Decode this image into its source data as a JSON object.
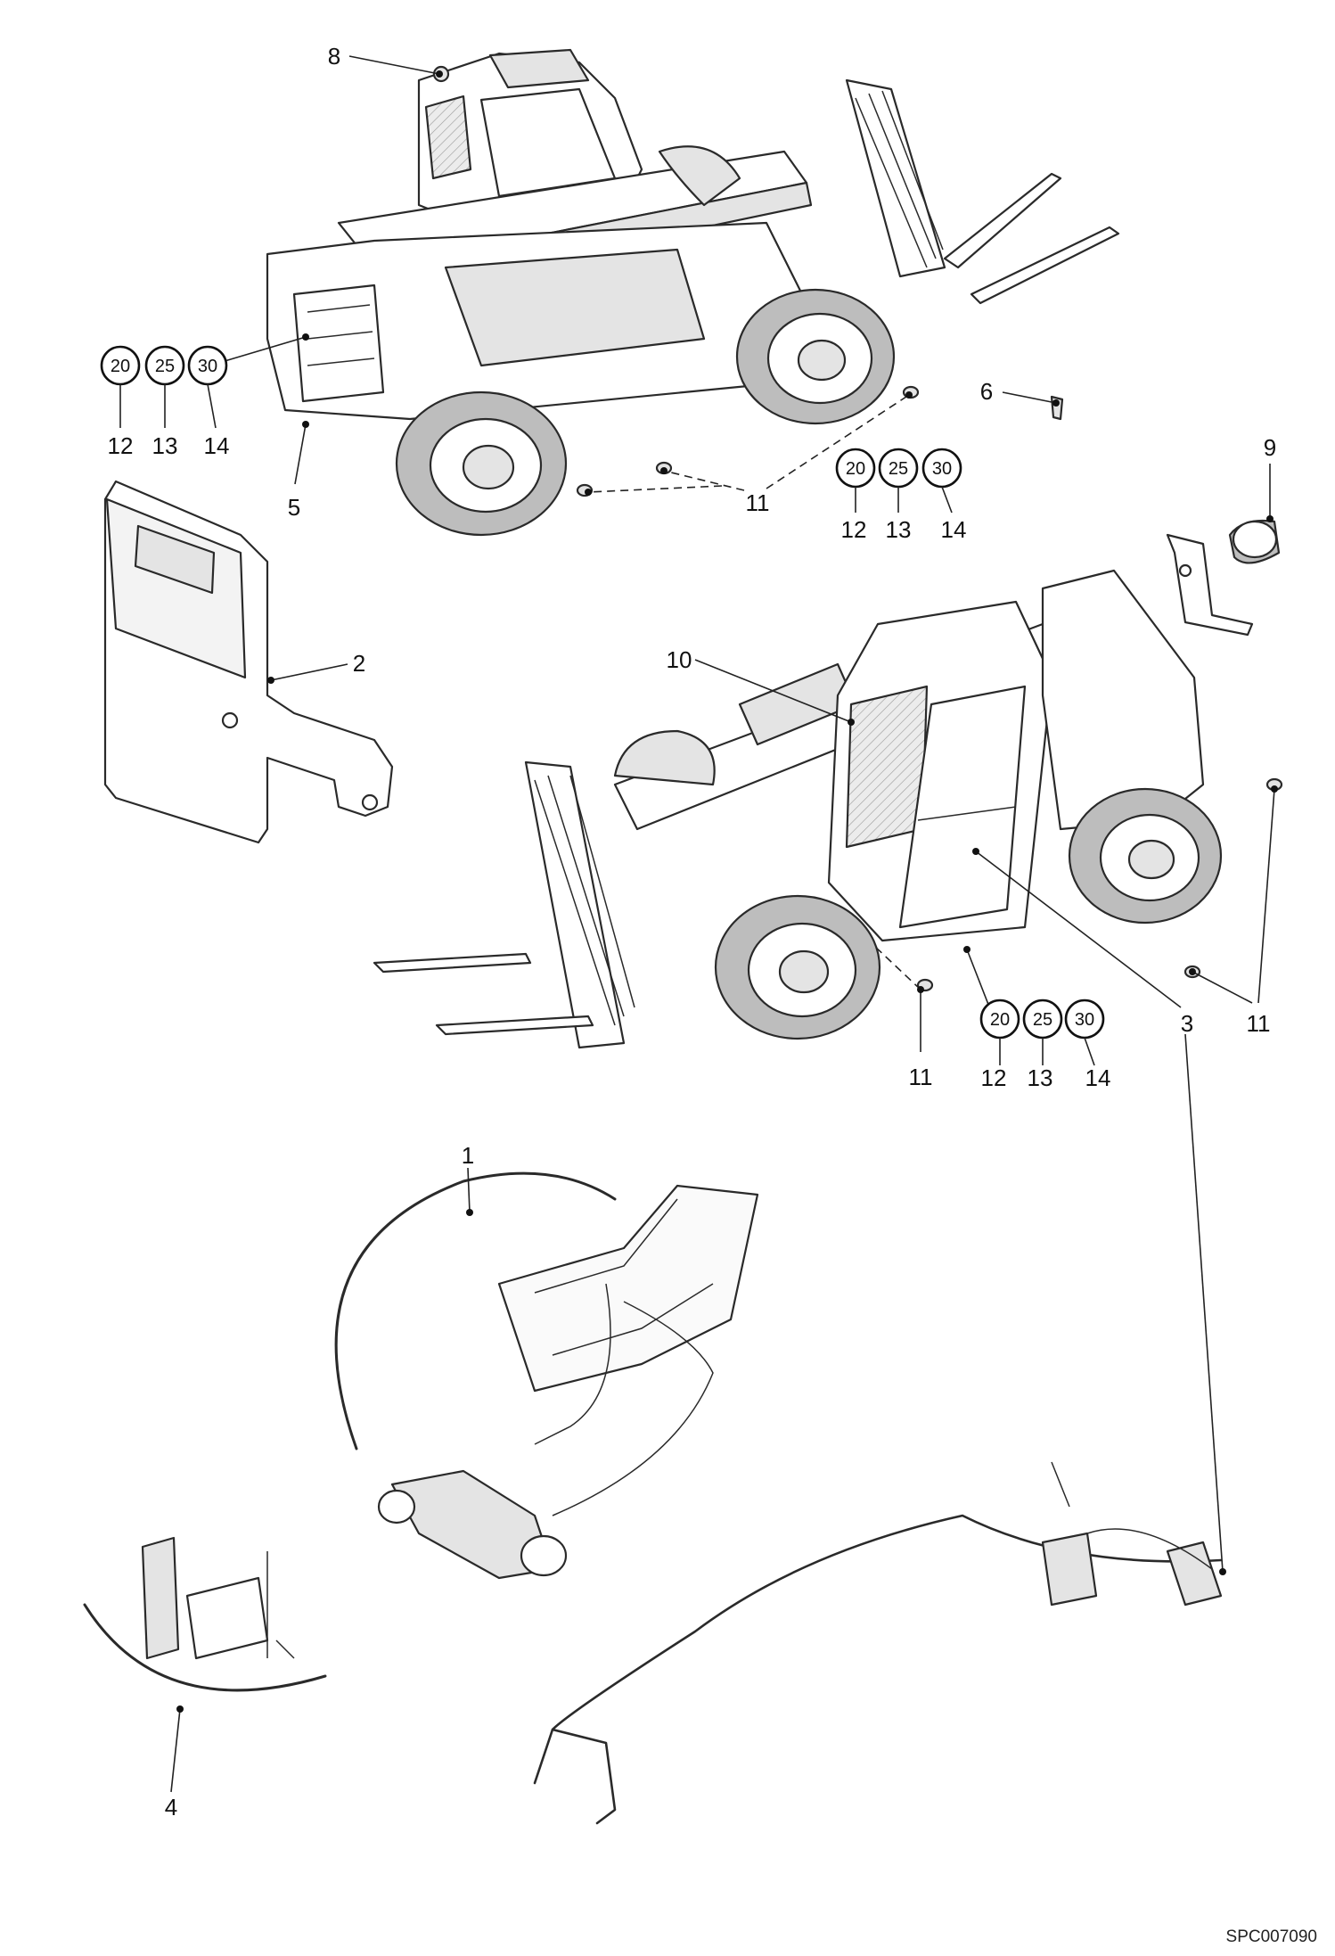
{
  "callouts": {
    "c1": "1",
    "c2": "2",
    "c3": "3",
    "c4": "4",
    "c5": "5",
    "c6": "6",
    "c8": "8",
    "c9": "9",
    "c10": "10",
    "c11a": "11",
    "c11b": "11",
    "c11c": "11",
    "c12a": "12",
    "c13a": "13",
    "c14a": "14",
    "c12b": "12",
    "c13b": "13",
    "c14b": "14",
    "c12c": "12",
    "c13c": "13",
    "c14c": "14"
  },
  "speed_badges": {
    "a": [
      "20",
      "25",
      "30"
    ],
    "b": [
      "20",
      "25",
      "30"
    ],
    "c": [
      "20",
      "25",
      "30"
    ]
  },
  "document_id": "SPC007090"
}
